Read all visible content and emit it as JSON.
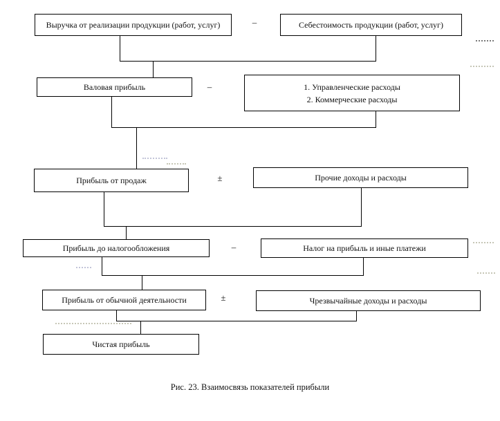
{
  "diagram": {
    "caption": "Рис. 23. Взаимосвязь показателей прибыли",
    "boxes": {
      "revenue": "Выручка от реализации продукции (работ, услуг)",
      "cost": "Себестоимость продукции (работ, услуг)",
      "gross_profit": "Валовая прибыль",
      "expenses_line1": "1. Управленческие расходы",
      "expenses_line2": "2. Коммерческие расходы",
      "sales_profit": "Прибыль от продаж",
      "other_income": "Прочие доходы и расходы",
      "pretax_profit": "Прибыль до налогообложения",
      "tax": "Налог на прибыль и иные платежи",
      "ordinary_profit": "Прибыль от обычной деятельности",
      "extraordinary": "Чрезвычайные доходы и расходы",
      "net_profit": "Чистая прибыль"
    },
    "operators": {
      "row1": "–",
      "row2": "–",
      "row3": "±",
      "row4": "–",
      "row5": "±"
    },
    "colors": {
      "line": "#000000",
      "background": "#ffffff",
      "text": "#111111"
    }
  }
}
